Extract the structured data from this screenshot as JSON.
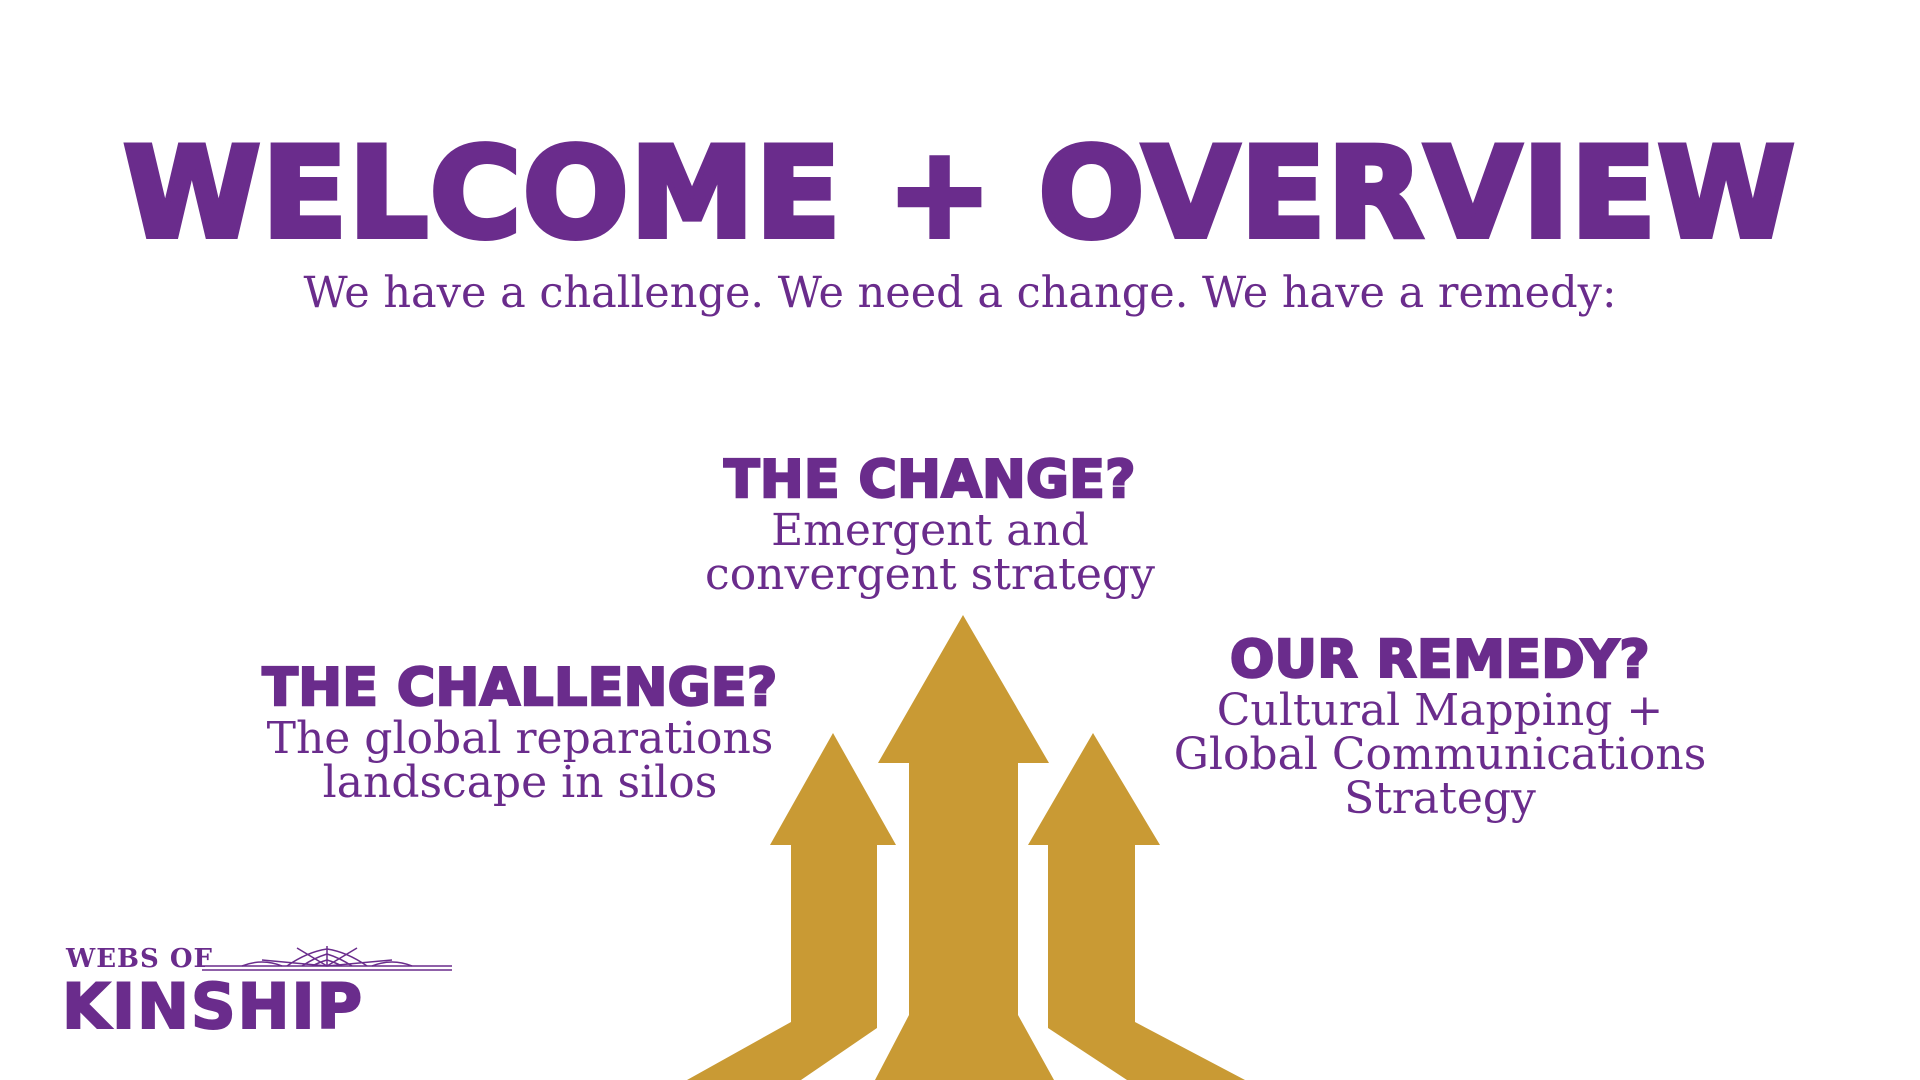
{
  "slide": {
    "title": "WELCOME + OVERVIEW",
    "subtitle": "We have a challenge. We need a change. We have a remedy:"
  },
  "change": {
    "heading": "THE CHANGE?",
    "body": "Emergent and\nconvergent strategy"
  },
  "challenge": {
    "heading": "THE CHALLENGE?",
    "body": "The global reparations\nlandscape in silos"
  },
  "remedy": {
    "heading": "OUR REMEDY?",
    "body": "Cultural Mapping +\nGlobal Communications\nStrategy"
  },
  "logo": {
    "line1": "WEBS OF",
    "line2": "KINSHIP"
  },
  "colors": {
    "primary": "#6a2c8c",
    "arrow": "#c99a34",
    "background": "#ffffff"
  },
  "icons": [
    "arrows-graphic",
    "spider-web-icon"
  ]
}
